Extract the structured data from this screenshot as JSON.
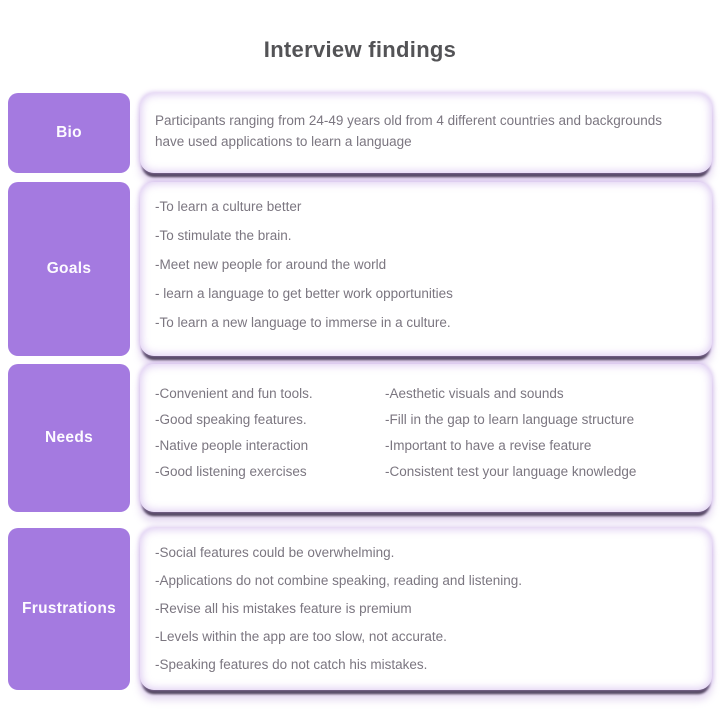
{
  "page": {
    "title": "Interview findings"
  },
  "colors": {
    "label_purple": "#a47ae0",
    "label_text": "#fdfbff",
    "title_text": "#535356",
    "body_text": "#7b7680",
    "card_background": "#ffffff",
    "card_glow": "#ceb4eb",
    "card_drop_shadow": "#1a1023"
  },
  "sections": [
    {
      "id": "bio",
      "label": "Bio",
      "layout": "paragraph",
      "items": [
        "Participants ranging from 24-49 years old from 4 different countries and backgrounds have used applications to learn a language"
      ]
    },
    {
      "id": "goals",
      "label": "Goals",
      "layout": "list",
      "items": [
        "-To learn a culture better",
        "-To stimulate the brain.",
        "-Meet new people for around the world",
        "- learn a language to get better work opportunities",
        "-To learn a new language to immerse in a culture."
      ]
    },
    {
      "id": "needs",
      "label": "Needs",
      "layout": "two-column-list",
      "items_left": [
        "-Convenient and fun tools.",
        "-Good speaking features.",
        "-Native people interaction",
        "-Good listening exercises"
      ],
      "items_right": [
        "-Aesthetic visuals and sounds",
        "-Fill in the gap to learn language structure",
        "-Important to have a revise feature",
        "-Consistent test your language knowledge"
      ]
    },
    {
      "id": "frustrations",
      "label": "Frustrations",
      "layout": "list",
      "items": [
        "-Social features could be overwhelming.",
        "-Applications do not combine speaking, reading and listening.",
        "-Revise all his mistakes feature is premium",
        "-Levels within the app are too slow, not accurate.",
        "-Speaking features do not catch his mistakes."
      ]
    }
  ]
}
